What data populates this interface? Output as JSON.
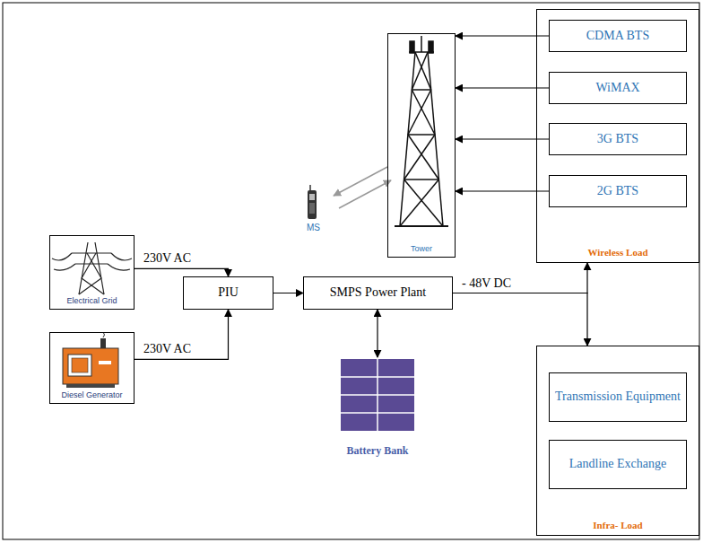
{
  "diagram": {
    "nodes": [
      {
        "text": [
          "Tower"
        ]
      },
      {
        "text": [
          "Wireless Load"
        ]
      },
      {
        "text": [
          "CDMA BTS"
        ],
        "in": 1
      },
      {
        "text": [
          "WiMAX"
        ],
        "in": 1
      },
      {
        "text": [
          "3G BTS"
        ],
        "in": 1
      },
      {
        "text": [
          "2G BTS"
        ],
        "in": 1
      },
      {
        "text": [
          "Electrical Grid"
        ]
      },
      {
        "text": [
          "Diesel Generator"
        ]
      },
      {
        "text": [
          "PIU"
        ]
      },
      {
        "text": [
          "SMPS Power Plant"
        ]
      },
      {
        "text": [
          "Battery Bank"
        ]
      },
      {
        "text": [
          "Infra- Load"
        ]
      },
      {
        "text": [
          "Transmission Equipment"
        ],
        "in": 11
      },
      {
        "text": [
          "Landline Exchange"
        ],
        "in": 11
      }
    ],
    "edges": [
      {
        "from": 2,
        "to": 0,
        "arrow": "to"
      },
      {
        "from": 3,
        "to": 0,
        "arrow": "to"
      },
      {
        "from": 4,
        "to": 0,
        "arrow": "to"
      },
      {
        "from": 5,
        "to": 0,
        "arrow": "to"
      },
      {
        "from": 6,
        "to": 8,
        "label": "230V AC",
        "arrow": "to"
      },
      {
        "from": 7,
        "to": 8,
        "label": "230V AC",
        "arrow": "to"
      },
      {
        "from": 8,
        "to": 9,
        "arrow": "to"
      },
      {
        "from": 9,
        "to": 10,
        "arrow": "both"
      },
      {
        "from": 9,
        "to": 1,
        "label": "- 48V DC",
        "arrow": "to"
      },
      {
        "from": 9,
        "to": 11,
        "arrow": "to"
      }
    ],
    "labels": [
      "MS"
    ]
  }
}
